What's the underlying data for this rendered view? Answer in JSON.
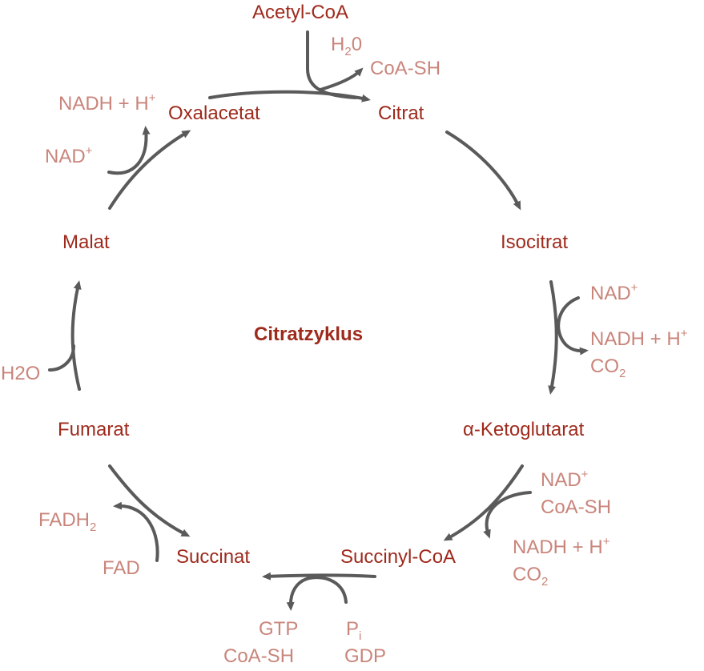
{
  "title": "Citratzyklus",
  "metabolites": {
    "acetyl_coa": "Acetyl-CoA",
    "citrat": "Citrat",
    "isocitrat": "Isocitrat",
    "ketoglutarat": "α-Ketoglutarat",
    "succinyl_coa": "Succinyl-CoA",
    "succinat": "Succinat",
    "fumarat": "Fumarat",
    "malat": "Malat",
    "oxalacetat": "Oxalacetat"
  },
  "cofactors": {
    "h2o_in_base": "H",
    "h2o_in_sub": "2",
    "h2o_in_tail": "0",
    "coa_sh_1": "CoA-SH",
    "nad_1": "NAD",
    "nadh_1": "NADH + H",
    "co2_1_base": "CO",
    "co2_1_sub": "2",
    "nad_2": "NAD",
    "coa_sh_2": "CoA-SH",
    "nadh_2": "NADH + H",
    "co2_2_base": "CO",
    "co2_2_sub": "2",
    "gtp": "GTP",
    "coa_sh_3": "CoA-SH",
    "pi_base": "P",
    "pi_sub": "i",
    "gdp": "GDP",
    "fadh2_base": "FADH",
    "fadh2_sub": "2",
    "fad": "FAD",
    "h2o_2": "H2O",
    "nad_3": "NAD",
    "nadh_3": "NADH + H",
    "plus": "+"
  },
  "colors": {
    "metabolite": "#9e2a1c",
    "cofactor": "#c9857b",
    "arrow": "#5a5a5a"
  }
}
